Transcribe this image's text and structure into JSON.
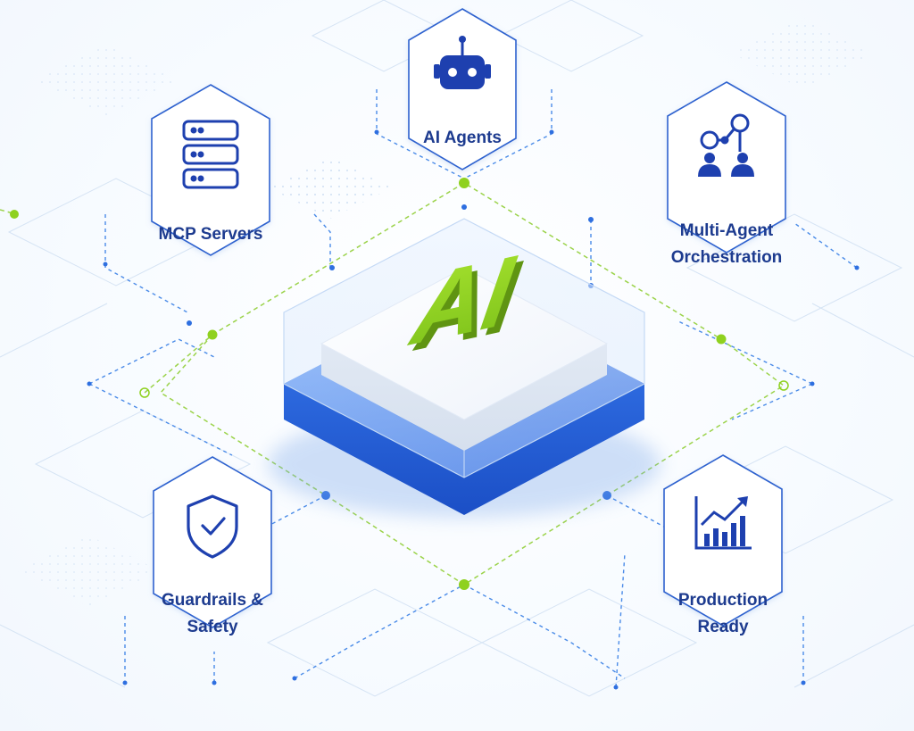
{
  "center": {
    "label": "AI"
  },
  "nodes": {
    "ai_agents": {
      "label": "AI Agents",
      "icon": "robot-icon"
    },
    "mcp_servers": {
      "label": "MCP Servers",
      "icon": "server-rack-icon"
    },
    "multi_agent": {
      "label_line1": "Multi-Agent",
      "label_line2": "Orchestration",
      "icon": "agents-network-icon"
    },
    "guardrails": {
      "label_line1": "Guardrails &",
      "label_line2": "Safety",
      "icon": "shield-check-icon"
    },
    "production": {
      "label_line1": "Production",
      "label_line2": "Ready",
      "icon": "growth-chart-icon"
    }
  },
  "colors": {
    "primary_blue": "#1e40af",
    "platform_blue": "#2f6de0",
    "accent_green": "#8fd11f",
    "line_blue": "#3b82f6",
    "label_blue": "#1d3b8f"
  }
}
